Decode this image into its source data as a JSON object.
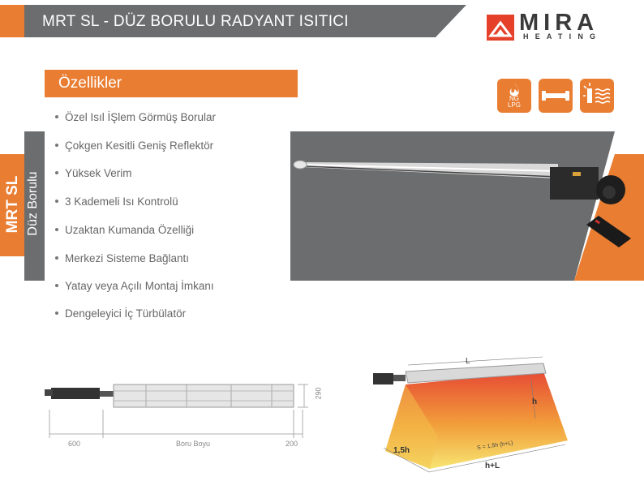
{
  "header": {
    "title": "MRT SL - DÜZ BORULU RADYANT ISITICI"
  },
  "logo": {
    "name": "MIRA",
    "tagline": "HEATING"
  },
  "features": {
    "heading": "Özellikler",
    "items": [
      "Özel Isıl İŞlem Görmüş Borular",
      "Çokgen Kesitli Geniş Reflektör",
      "Yüksek Verim",
      "3 Kademeli Isı Kontrolü",
      "Uzaktan Kumanda Özelliği",
      "Merkezi Sisteme Bağlantı",
      "Yatay veya Açılı Montaj İmkanı",
      "Dengeleyici İç Türbülatör"
    ]
  },
  "side_label": {
    "code": "MRT SL",
    "subtitle": "Düz Borulu"
  },
  "icons": {
    "fuel": {
      "name": "flame-icon",
      "ng": "NG",
      "lpg": "LPG"
    },
    "tube": {
      "name": "tube-icon"
    },
    "heat": {
      "name": "radiant-heat-icon"
    }
  },
  "dimensions": {
    "left": "600",
    "middle": "Boru Boyu",
    "right": "200",
    "height": "290"
  },
  "coverage": {
    "length": "L",
    "height": "h",
    "depth": "1,5h",
    "formula": "S = 1,5h (h+L)",
    "width": "h+L"
  },
  "colors": {
    "accent": "#e97d32",
    "header_gray": "#6b6d6e",
    "panel_gray": "#6b6d6e"
  }
}
